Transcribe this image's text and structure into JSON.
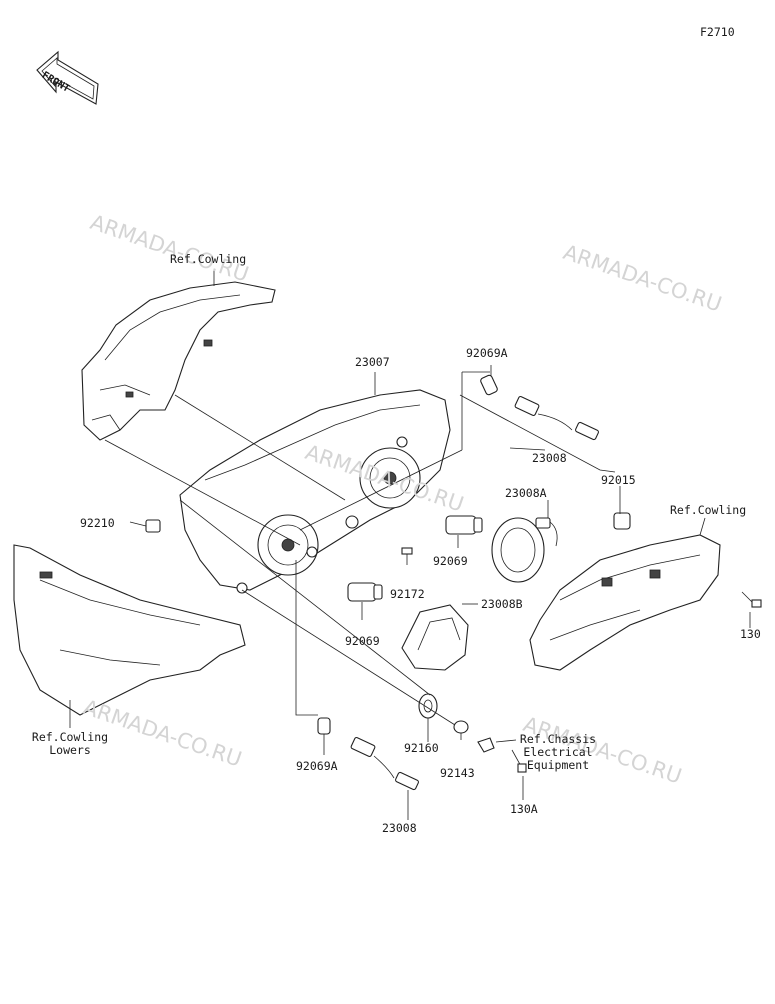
{
  "figure_code": "F2710",
  "front_arrow": {
    "label": "FRONT",
    "icon": "front-arrow-icon"
  },
  "watermarks": [
    "ARMADA-CO.RU",
    "ARMADA-CO.RU",
    "ARMADA-CO.RU",
    "ARMADA-CO.RU",
    "ARMADA-CO.RU"
  ],
  "parts": {
    "p23007": "23007",
    "p92069A_top": "92069A",
    "p23008_top": "23008",
    "p23008A": "23008A",
    "p92015": "92015",
    "p92210": "92210",
    "p92069_mid": "92069",
    "p92172": "92172",
    "p92069_low": "92069",
    "p23008B": "23008B",
    "p130": "130",
    "p92160": "92160",
    "p92143": "92143",
    "p130A": "130A",
    "p92069A_bottom": "92069A",
    "p23008_bottom": "23008"
  },
  "references": {
    "cowling_top": "Ref.Cowling",
    "cowling_right": "Ref.Cowling",
    "cowling_lowers": [
      "Ref.Cowling",
      "Lowers"
    ],
    "chassis": [
      "Ref.Chassis",
      "Electrical",
      "Equipment"
    ]
  }
}
